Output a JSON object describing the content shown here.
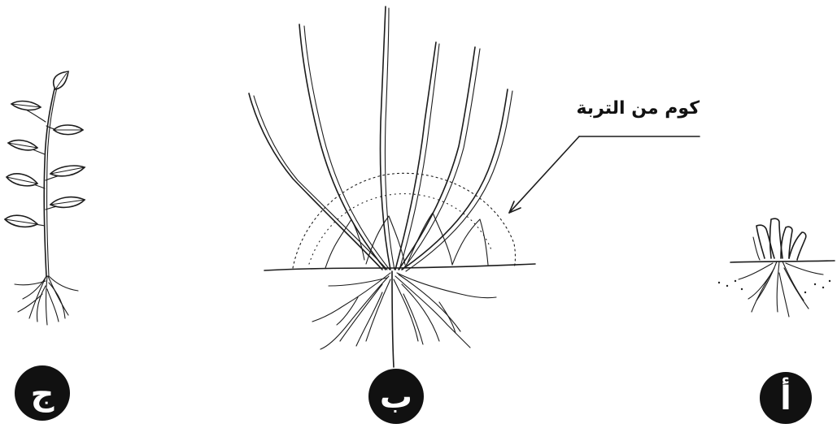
{
  "callout": {
    "text": "كوم من التربة"
  },
  "labels": {
    "a": "أ",
    "b": "ب",
    "c": "ج"
  }
}
